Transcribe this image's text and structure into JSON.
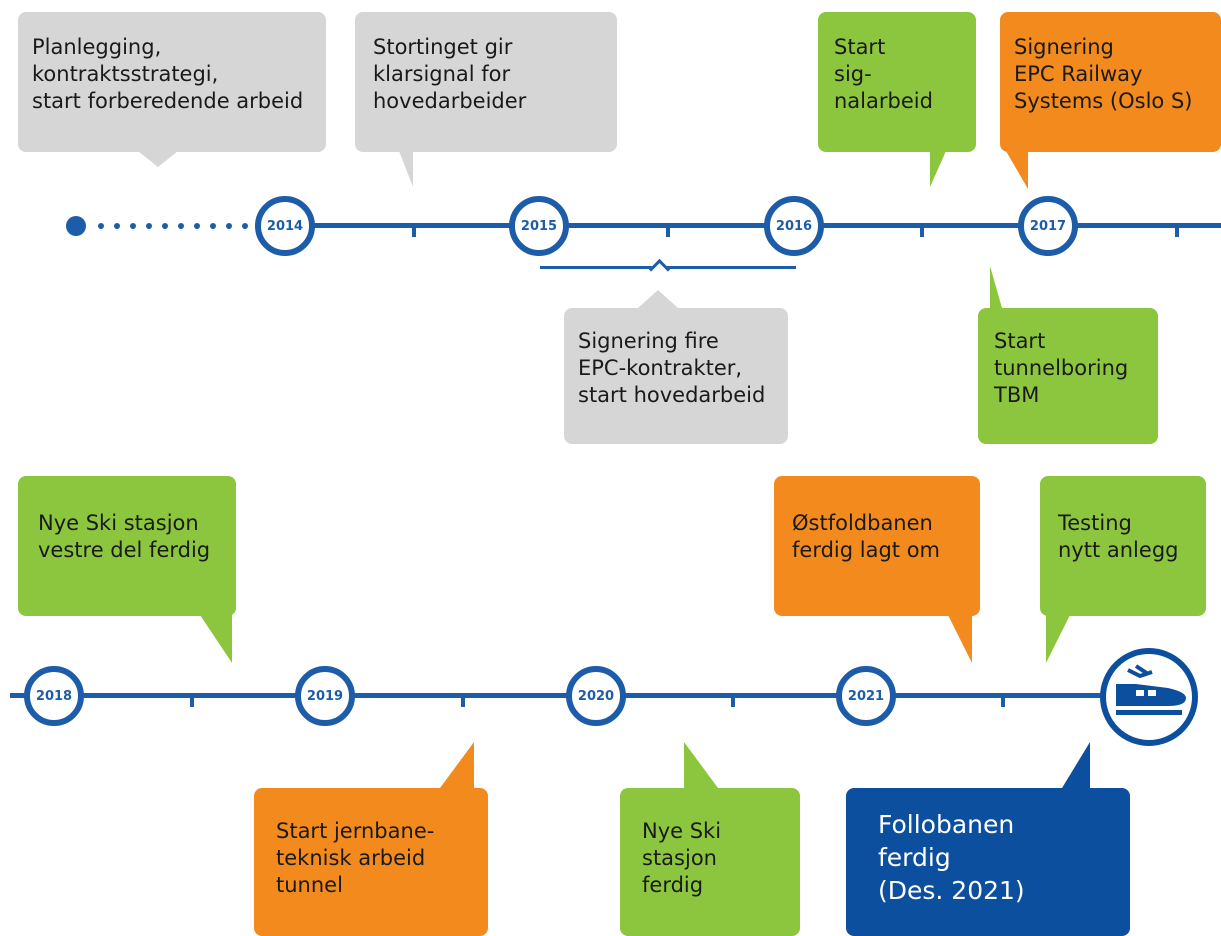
{
  "timeline": {
    "years_row1": [
      "2014",
      "2015",
      "2016",
      "2017"
    ],
    "years_row2": [
      "2018",
      "2019",
      "2020",
      "2021"
    ],
    "events": [
      {
        "id": "planning",
        "text": "Planlegging,\nkontraktsstrategi,\nstart forberedende arbeid",
        "color": "gray"
      },
      {
        "id": "storting",
        "text": "Stortinget gir\nklarsignal for\nhovedarbeider",
        "color": "gray"
      },
      {
        "id": "signal-work",
        "text": "Start\nsig-\nnalarbeid",
        "color": "green"
      },
      {
        "id": "epc-railway",
        "text": "Signering\nEPC Railway\nSystems (Oslo S)",
        "color": "orange"
      },
      {
        "id": "epc-four",
        "text": "Signering fire\nEPC-kontrakter,\nstart hovedarbeid",
        "color": "gray"
      },
      {
        "id": "tbm",
        "text": "Start\ntunnelboring\nTBM",
        "color": "green"
      },
      {
        "id": "ski-west",
        "text": "Nye Ski stasjon\nvestre del ferdig",
        "color": "green"
      },
      {
        "id": "ostfold",
        "text": "Østfoldbanen\nferdig lagt om",
        "color": "orange"
      },
      {
        "id": "testing",
        "text": "Testing\nnytt anlegg",
        "color": "green"
      },
      {
        "id": "rail-tech",
        "text": "Start jernbane-\nteknisk arbeid\ntunnel",
        "color": "orange"
      },
      {
        "id": "ski-done",
        "text": "Nye Ski\nstasjon\nferdig",
        "color": "green"
      },
      {
        "id": "follobanen",
        "text": "Follobanen\nferdig\n(Des. 2021)",
        "color": "blue"
      }
    ]
  },
  "colors": {
    "line": "#1c5ca8",
    "gray": "#d6d6d6",
    "green": "#8cc63f",
    "orange": "#f28a1e",
    "blue": "#0d4f9f"
  },
  "icons": {
    "end": "train-icon"
  }
}
